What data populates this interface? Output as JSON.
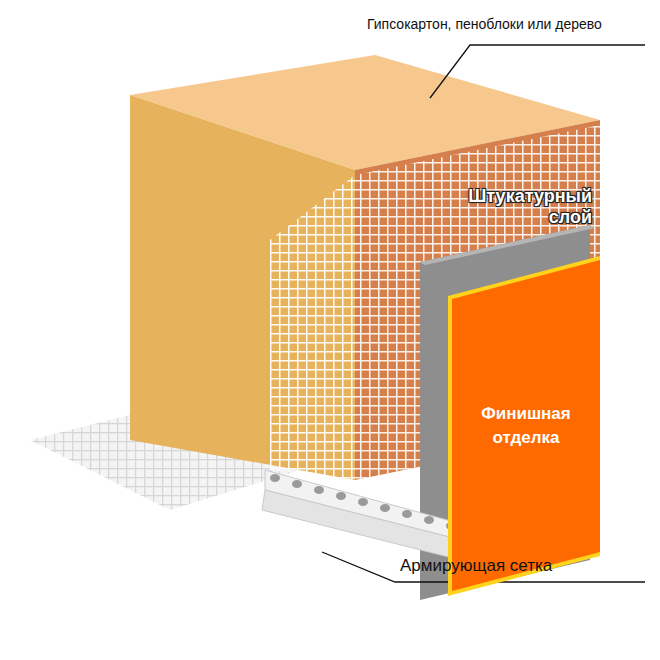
{
  "diagram": {
    "nodes": [
      {
        "text": [
          "Финишная отделка"
        ]
      }
    ],
    "labels": [
      "Гипсокартон, пеноблоки или дерево",
      "Штукатурный слой",
      "Армирующая сетка"
    ]
  }
}
